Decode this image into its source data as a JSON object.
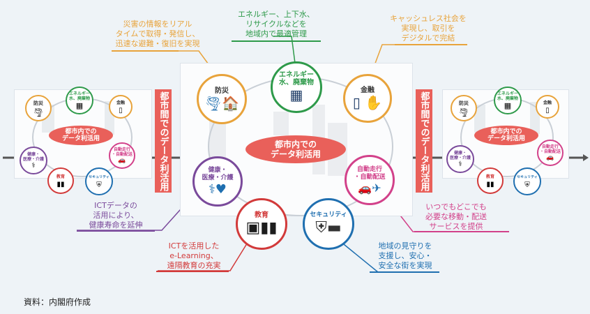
{
  "colors": {
    "red": "#e9605a",
    "orange": "#e8a33b",
    "green": "#2e9a4a",
    "purple": "#7a4a9b",
    "pink": "#d2418a",
    "blue": "#1f6fb0",
    "darkred": "#d23a3a"
  },
  "center": {
    "hub": "都市内での\nデータ利活用",
    "nodes": {
      "disaster": "防災",
      "energy": "エネルギー\n水、廃棄物",
      "finance": "金融",
      "health": "健康・\n医療・介護",
      "education": "教育",
      "security": "セキュリティ",
      "autonomous": "自動走行\n・自動配送"
    }
  },
  "left_panel": {
    "hub": "都市内での\nデータ利活用",
    "nodes": {
      "disaster": "防災",
      "energy": "エネルギー\n水、廃棄物",
      "finance": "金融",
      "health": "健康・\n医療・介護",
      "education": "教育",
      "security": "セキュリティ",
      "autonomous": "自動走行\n・自動配送"
    }
  },
  "right_panel": {
    "hub": "都市内での\nデータ利活用",
    "nodes": {
      "disaster": "防災",
      "energy": "エネルギー\n水、廃棄物",
      "finance": "金融",
      "health": "健康・\n医療・介護",
      "education": "教育",
      "security": "セキュリティ",
      "autonomous": "自動走行\n・自動配送"
    }
  },
  "inter_city_label": "都市間でのデータ利活用",
  "captions": {
    "disaster": "災害の情報をリアル\nタイムで取得・発信し、\n迅速な避難・復旧を実現",
    "energy": "エネルギー、上下水、\nリサイクルなどを\n地域内で最適管理",
    "finance": "キャッシュレス社会を\n実現し、取引を\nデジタルで完結",
    "health": "ICTデータの\n活用により、\n健康寿命を延伸",
    "education": "ICTを活用した\ne-Learning、\n遠隔教育の充実",
    "security": "地域の見守りを\n支援し、安心・\n安全な街を実現",
    "autonomous": "いつでもどこでも\n必要な移動・配送\nサービスを提供"
  },
  "source": "資料：内閣府作成"
}
